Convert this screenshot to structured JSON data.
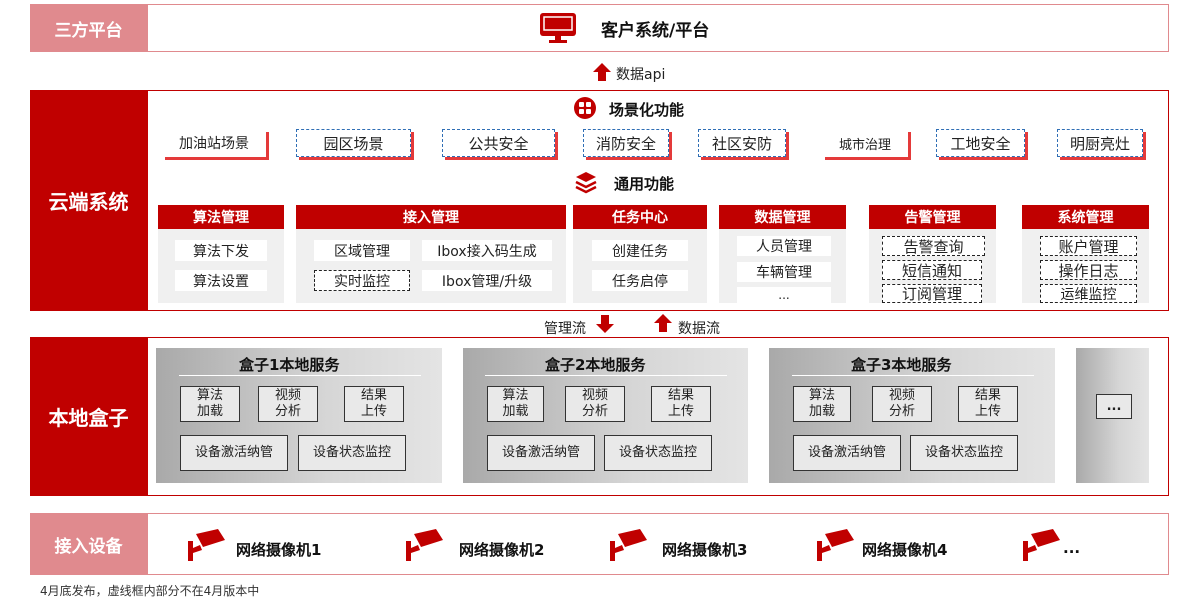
{
  "layers": {
    "third_party": "三方平台",
    "cloud": "云端系统",
    "local": "本地盒子",
    "devices": "接入设备"
  },
  "client_system": "客户系统/平台",
  "data_api": "数据api",
  "scene_functions": {
    "title": "场景化功能",
    "items": [
      "加油站场景",
      "园区场景",
      "公共安全",
      "消防安全",
      "社区安防",
      "城市治理",
      "工地安全",
      "明厨亮灶"
    ]
  },
  "common_functions": {
    "title": "通用功能",
    "modules": [
      {
        "name": "算法管理",
        "items": [
          "算法下发",
          "算法设置"
        ]
      },
      {
        "name": "接入管理",
        "items": [
          "区域管理",
          "Ibox接入码生成",
          "实时监控",
          "Ibox管理/升级"
        ]
      },
      {
        "name": "任务中心",
        "items": [
          "创建任务",
          "任务启停"
        ]
      },
      {
        "name": "数据管理",
        "items": [
          "人员管理",
          "车辆管理",
          "..."
        ]
      },
      {
        "name": "告警管理",
        "items": [
          "告警查询",
          "短信通知",
          "订阅管理"
        ]
      },
      {
        "name": "系统管理",
        "items": [
          "账户管理",
          "操作日志",
          "运维监控"
        ]
      }
    ]
  },
  "flows": {
    "management": "管理流",
    "data": "数据流"
  },
  "local_boxes": [
    {
      "title": "盒子1本地服务",
      "items": [
        "算法\n加载",
        "视频\n分析",
        "结果\n上传",
        "设备激活纳管",
        "设备状态监控"
      ]
    },
    {
      "title": "盒子2本地服务",
      "items": [
        "算法\n加载",
        "视频\n分析",
        "结果\n上传",
        "设备激活纳管",
        "设备状态监控"
      ]
    },
    {
      "title": "盒子3本地服务",
      "items": [
        "算法\n加载",
        "视频\n分析",
        "结果\n上传",
        "设备激活纳管",
        "设备状态监控"
      ]
    }
  ],
  "more": "...",
  "cameras": [
    "网络摄像机1",
    "网络摄像机2",
    "网络摄像机3",
    "网络摄像机4",
    "..."
  ],
  "footnote": "4月底发布，虚线框内部分不在4月版本中",
  "colors": {
    "brand_red": "#c00000",
    "light_red": "#e08a8e",
    "dashed_blue": "#2f6eb5"
  }
}
